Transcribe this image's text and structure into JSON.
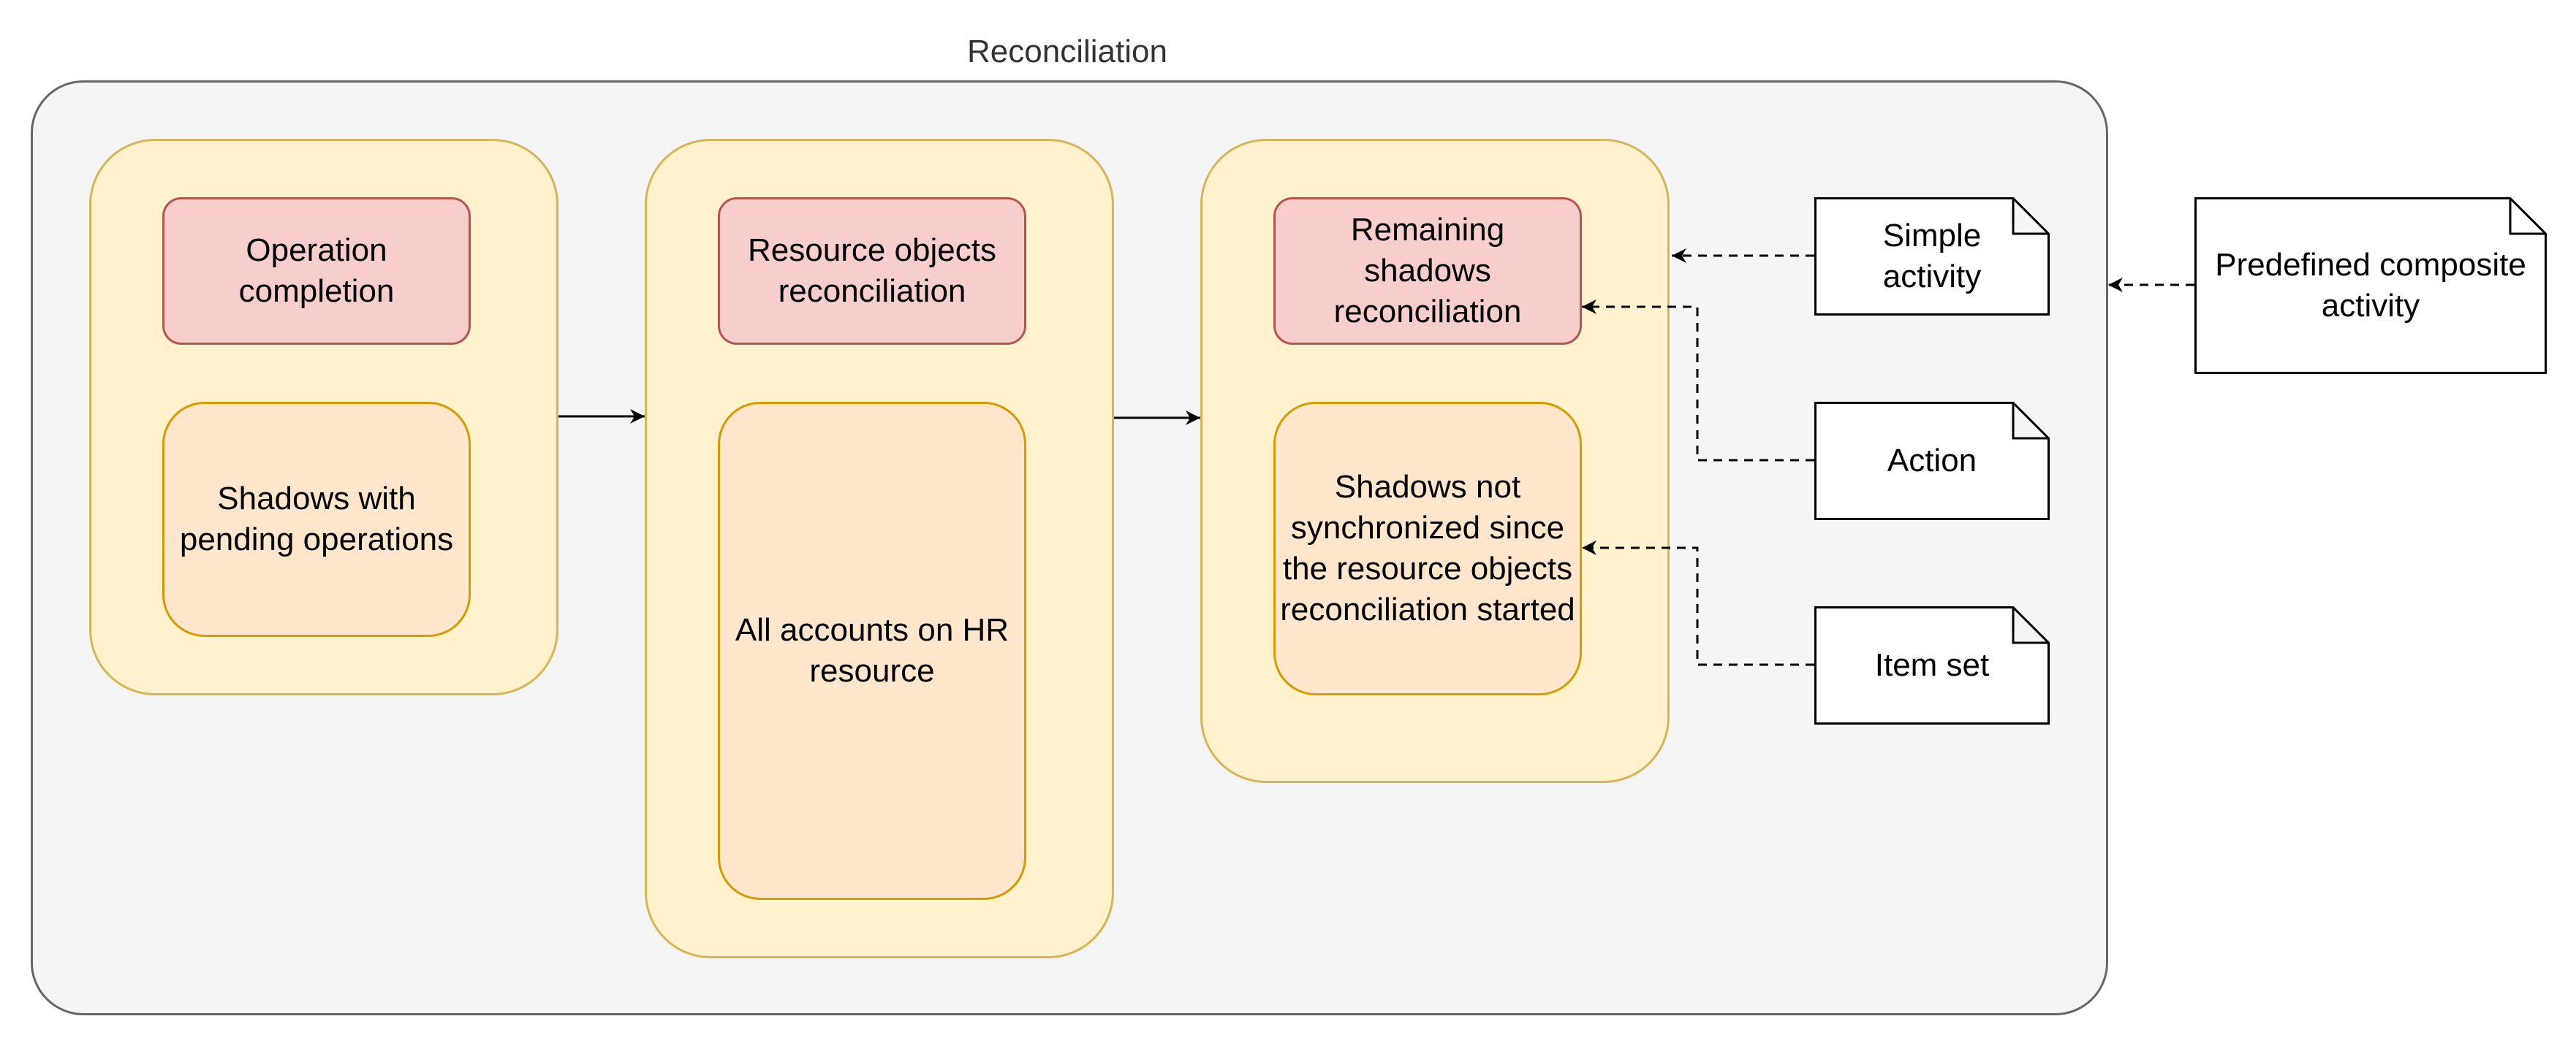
{
  "title": "Reconciliation",
  "stages": [
    {
      "header": "Operation completion",
      "body": "Shadows with pending operations"
    },
    {
      "header": "Resource objects reconciliation",
      "body": "All accounts on HR resource"
    },
    {
      "header": "Remaining shadows reconciliation",
      "body": "Shadows not synchronized since the resource objects reconciliation started"
    }
  ],
  "notes": {
    "simple_activity": "Simple activity",
    "action": "Action",
    "item_set": "Item set",
    "predefined_composite_activity": "Predefined composite activity"
  },
  "colors": {
    "container_fill": "#f5f5f5",
    "container_stroke": "#666666",
    "stage_fill": "#fff2cc",
    "stage_stroke": "#d6b656",
    "header_fill": "#f8cecc",
    "header_stroke": "#b85450",
    "body_fill": "#ffe6cc",
    "body_stroke": "#d79b00"
  }
}
